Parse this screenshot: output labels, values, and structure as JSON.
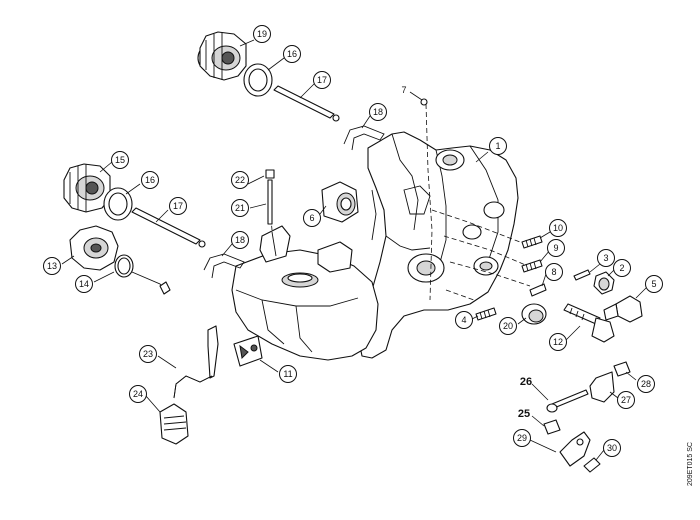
{
  "diagram": {
    "drawing_code": "209ET015 SC",
    "callouts": [
      {
        "id": "c1",
        "label": "1"
      },
      {
        "id": "c2",
        "label": "2"
      },
      {
        "id": "c3",
        "label": "3"
      },
      {
        "id": "c4",
        "label": "4"
      },
      {
        "id": "c5",
        "label": "5"
      },
      {
        "id": "c6",
        "label": "6"
      },
      {
        "id": "c8",
        "label": "8"
      },
      {
        "id": "c9",
        "label": "9"
      },
      {
        "id": "c10",
        "label": "10"
      },
      {
        "id": "c11",
        "label": "11"
      },
      {
        "id": "c12",
        "label": "12"
      },
      {
        "id": "c13",
        "label": "13"
      },
      {
        "id": "c14",
        "label": "14"
      },
      {
        "id": "c15",
        "label": "15"
      },
      {
        "id": "c16a",
        "label": "16"
      },
      {
        "id": "c16b",
        "label": "16"
      },
      {
        "id": "c17a",
        "label": "17"
      },
      {
        "id": "c17b",
        "label": "17"
      },
      {
        "id": "c18a",
        "label": "18"
      },
      {
        "id": "c18b",
        "label": "18"
      },
      {
        "id": "c19",
        "label": "19"
      },
      {
        "id": "c20",
        "label": "20"
      },
      {
        "id": "c21",
        "label": "21"
      },
      {
        "id": "c22",
        "label": "22"
      },
      {
        "id": "c23",
        "label": "23"
      },
      {
        "id": "c24",
        "label": "24"
      },
      {
        "id": "c27",
        "label": "27"
      },
      {
        "id": "c28",
        "label": "28"
      },
      {
        "id": "c29",
        "label": "29"
      },
      {
        "id": "c30",
        "label": "30"
      }
    ],
    "plain_labels": [
      {
        "id": "p7",
        "label": "7"
      },
      {
        "id": "p25",
        "label": "25"
      },
      {
        "id": "p26",
        "label": "26"
      }
    ]
  }
}
